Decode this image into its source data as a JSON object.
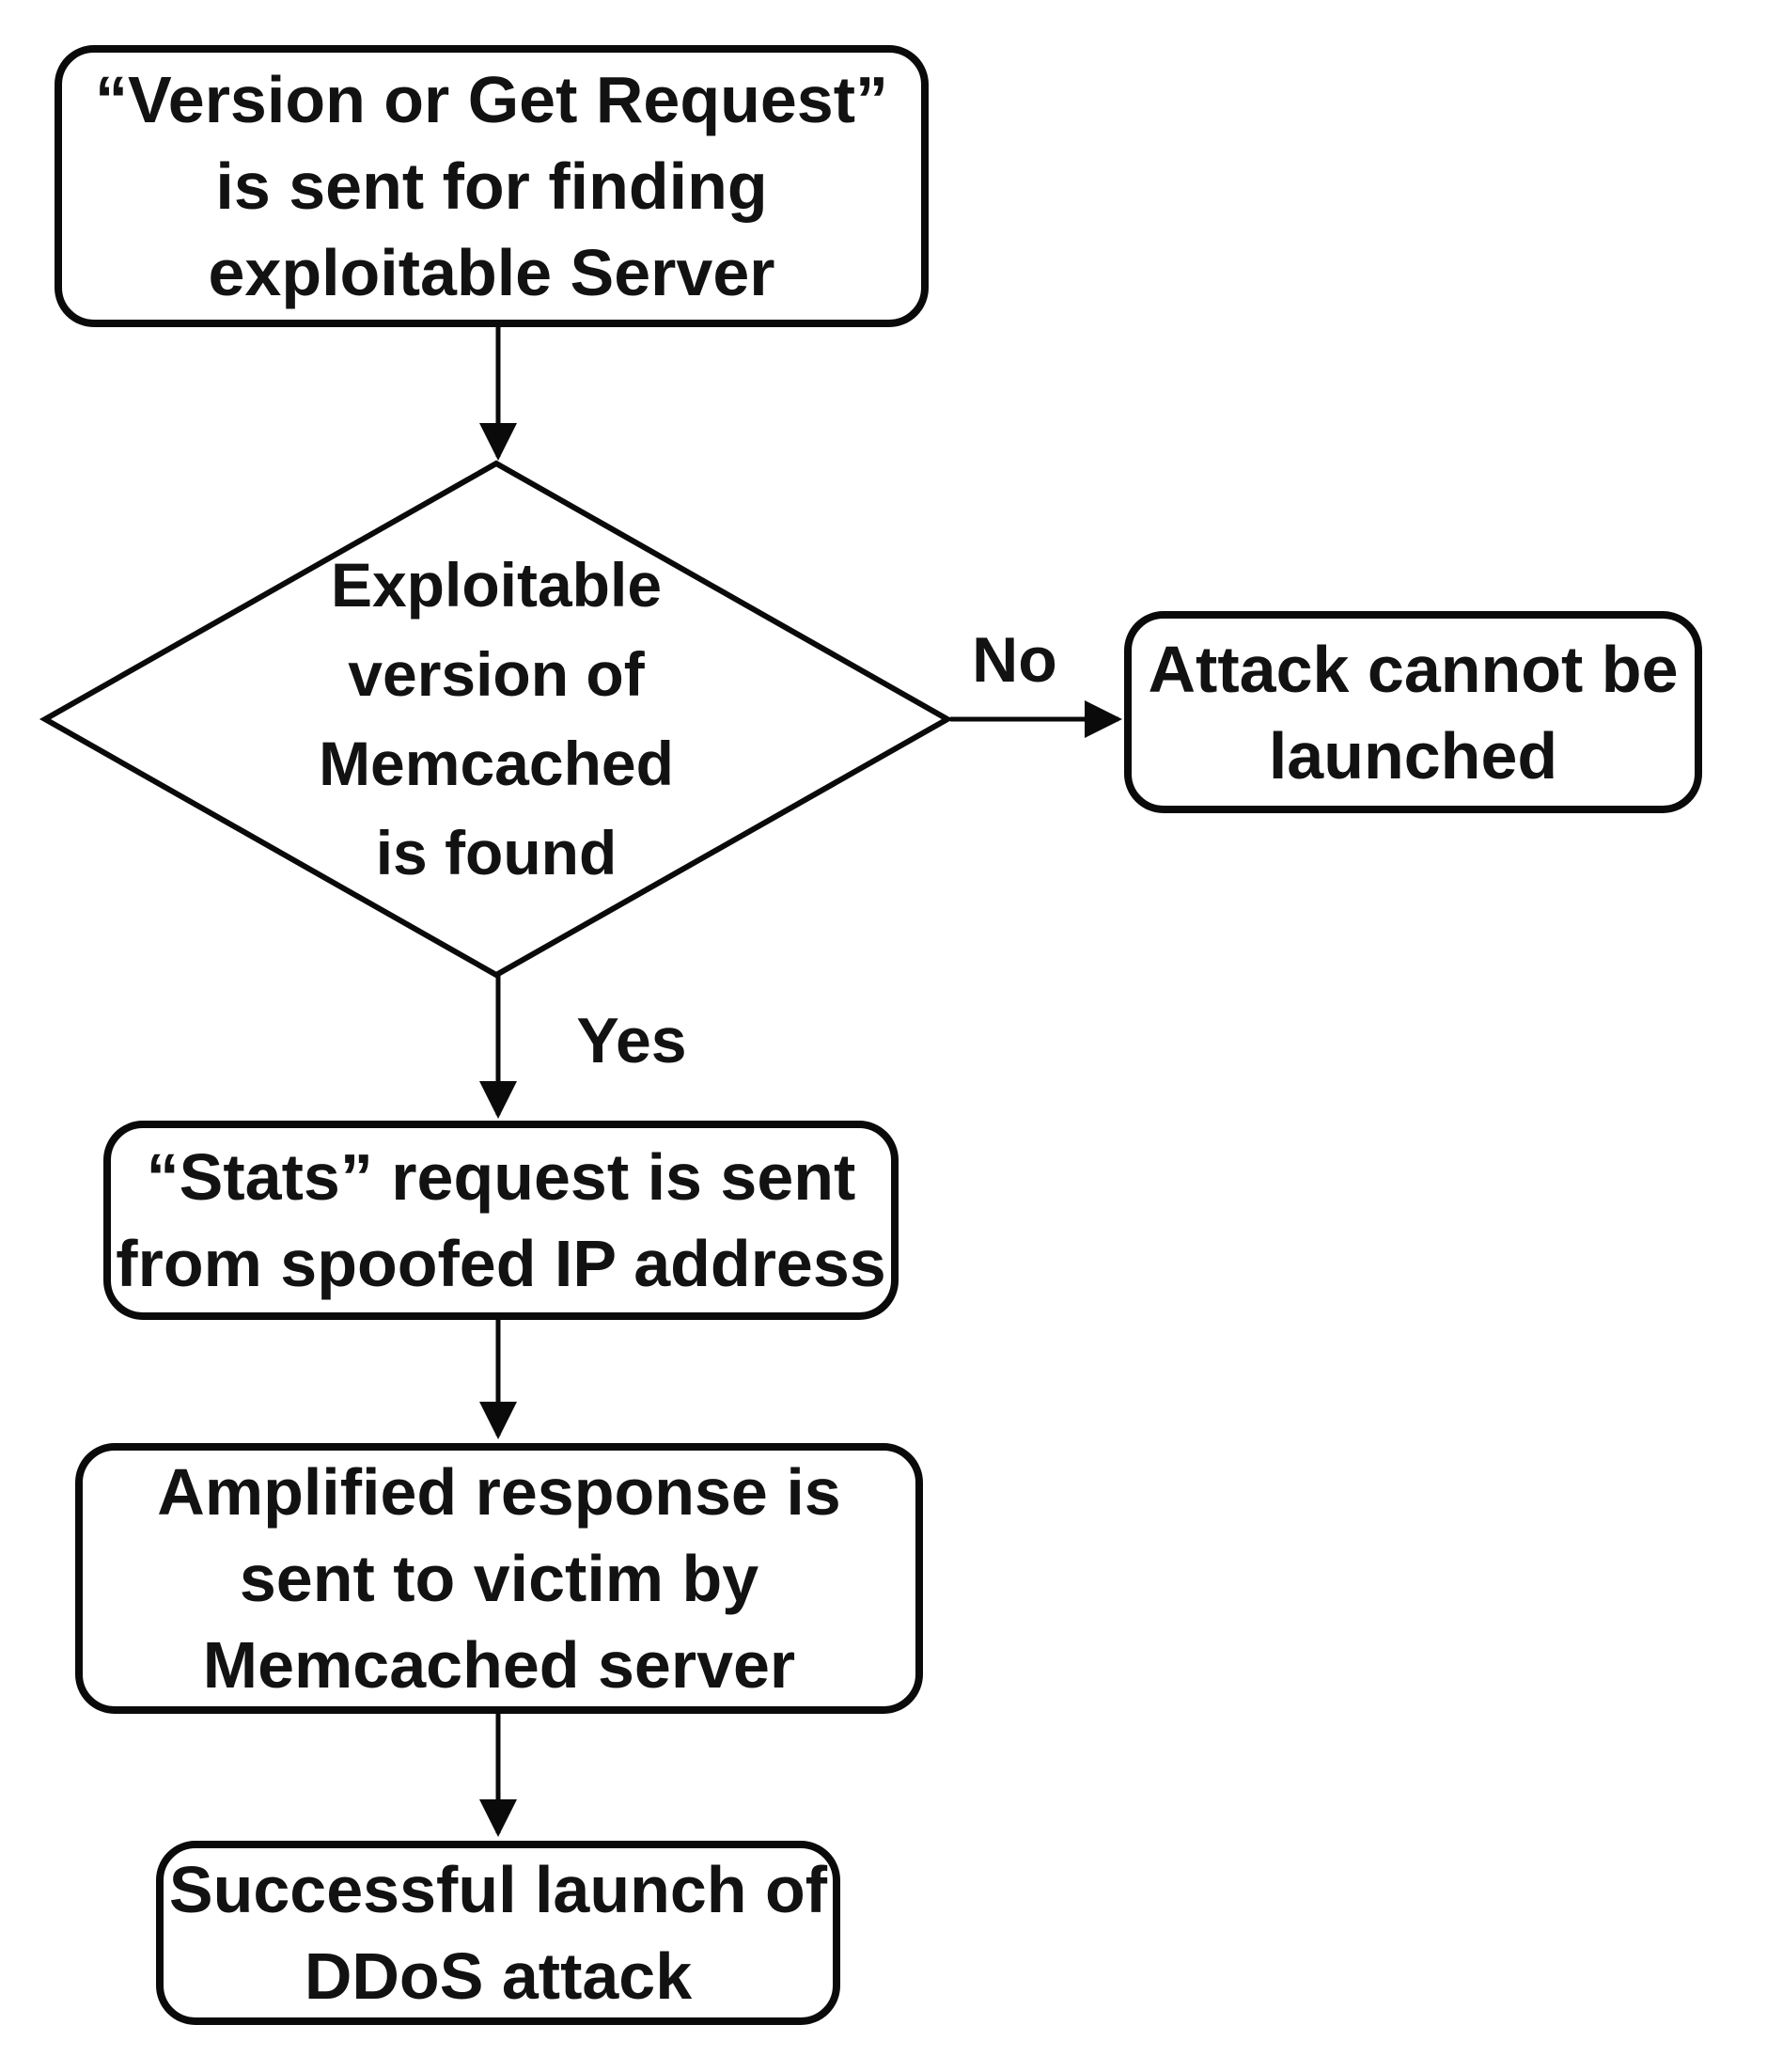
{
  "colors": {
    "background": "#ffffff",
    "stroke": "#0a0a0a",
    "text": "#121212"
  },
  "nodes": {
    "start": {
      "lines": [
        "“Version or Get Request”",
        "is sent for finding",
        "exploitable Server"
      ]
    },
    "decision": {
      "lines": [
        "Exploitable",
        "version of",
        "Memcached",
        "is found"
      ]
    },
    "no_outcome": {
      "lines": [
        "Attack cannot be",
        "launched"
      ]
    },
    "stats": {
      "lines": [
        "“Stats” request is sent",
        "from spoofed IP address"
      ]
    },
    "amplified": {
      "lines": [
        "Amplified response is",
        "sent to victim by",
        "Memcached server"
      ]
    },
    "success": {
      "lines": [
        "Successful launch of",
        "DDoS attack"
      ]
    }
  },
  "edges": {
    "no": "No",
    "yes": "Yes"
  }
}
